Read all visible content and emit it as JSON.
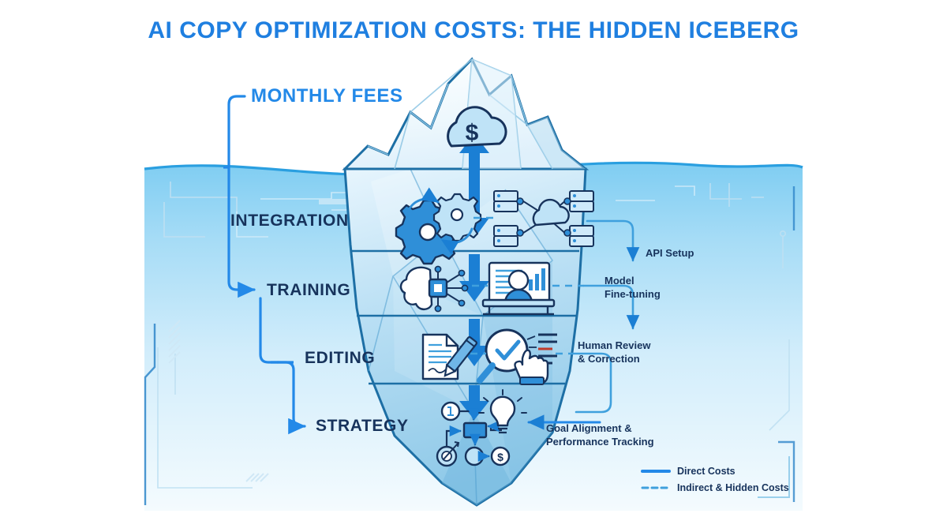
{
  "title": "AI COPY OPTIMIZATION COSTS: THE HIDDEN ICEBERG",
  "colors": {
    "title_blue": "#1f7fe0",
    "label_blue": "#2389e8",
    "label_navy": "#17335c",
    "arrow_blue": "#1b7fd4",
    "water_top": "#8fd2f4",
    "water_bottom": "#eef7fd",
    "iceberg_outline": "#1d6fa5",
    "ice_above": "#f2fafe",
    "ice_below": "#a9d9f2"
  },
  "above_water": {
    "labels": [
      {
        "id": "monthly-fees",
        "text": "MONTHLY FEES"
      }
    ],
    "icon": {
      "name": "cloud-dollar-icon",
      "symbol": "$"
    }
  },
  "below_water": {
    "labels": [
      {
        "id": "integration",
        "text": "INTEGRATION"
      },
      {
        "id": "training",
        "text": "TRAINING"
      },
      {
        "id": "editing",
        "text": "EDITING"
      },
      {
        "id": "strategy",
        "text": "STRATEGY"
      }
    ]
  },
  "annotations": [
    {
      "id": "api-setup",
      "line1": "API Setup",
      "line2": ""
    },
    {
      "id": "model-finetuning",
      "line1": "Model",
      "line2": "Fine-tuning"
    },
    {
      "id": "human-review",
      "line1": "Human Review",
      "line2": "& Correction"
    },
    {
      "id": "goal-alignment",
      "line1": "Goal Alignment &",
      "line2": "Performance Tracking"
    }
  ],
  "icon_rows": [
    {
      "id": "integration-icons",
      "left": "gears-icon",
      "right": "cloud-network-servers-icon"
    },
    {
      "id": "training-icons",
      "left": "brain-chip-icon",
      "right": "person-at-desk-monitor-icon"
    },
    {
      "id": "editing-icons",
      "left": "document-pencil-icon",
      "right": "magnifier-check-hand-icon"
    },
    {
      "id": "strategy-icons",
      "left": "strategy-flowchart-icon",
      "right": "lightbulb-icon"
    }
  ],
  "legend": {
    "items": [
      {
        "id": "direct-costs",
        "label": "Direct Costs",
        "style": "solid"
      },
      {
        "id": "indirect-costs",
        "label": "Indirect & Hidden Costs",
        "style": "dashed"
      }
    ]
  }
}
